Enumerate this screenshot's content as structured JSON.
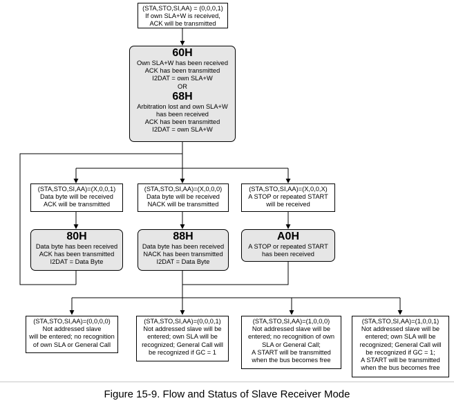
{
  "start_action": {
    "lines": [
      "(STA,STO,SI,AA) = (0,0,0,1)",
      "If own SLA+W is received,",
      "ACK will be transmitted"
    ]
  },
  "status_top": {
    "code_a": "60H",
    "lines_a": [
      "Own SLA+W has been received",
      "ACK has been transmitted",
      "I2DAT = own SLA+W"
    ],
    "or": "OR",
    "code_b": "68H",
    "lines_b": [
      "Arbitration lost and own SLA+W",
      "has been received",
      "ACK has been transmitted",
      "I2DAT = own SLA+W"
    ]
  },
  "actions_mid": [
    {
      "lines": [
        "(STA,STO,SI,AA)=(X,0,0,1)",
        "Data byte will be received",
        "ACK will be transmitted"
      ]
    },
    {
      "lines": [
        "(STA,STO,SI,AA)=(X,0,0,0)",
        "Data byte will be received",
        "NACK will be transmitted"
      ]
    },
    {
      "lines": [
        "(STA,STO,SI,AA)=(X,0,0,X)",
        "A STOP or repeated START",
        "will be received"
      ]
    }
  ],
  "status_mid": [
    {
      "code": "80H",
      "lines": [
        "Data byte has been received",
        "ACK has been transmitted",
        "I2DAT = Data Byte"
      ]
    },
    {
      "code": "88H",
      "lines": [
        "Data byte has been received",
        "NACK has been transmitted",
        "I2DAT = Data Byte"
      ]
    },
    {
      "code": "A0H",
      "lines": [
        "A STOP or repeated START",
        "has been received"
      ]
    }
  ],
  "actions_bottom": [
    {
      "lines": [
        "(STA,STO,SI,AA)=(0,0,0,0)",
        "Not addressed slave",
        "will be entered; no recognition",
        "of own SLA or General Call"
      ]
    },
    {
      "lines": [
        "(STA,STO,SI,AA)=(0,0,0,1)",
        "Not addressed slave will be",
        "entered; own SLA will be",
        "recognized; General Call will",
        "be recognized if GC = 1"
      ]
    },
    {
      "lines": [
        "(STA,STO,SI,AA)=(1,0,0,0)",
        "Not addressed slave will be",
        "entered; no recognition of own",
        "SLA or General Call;",
        "A START will be transmitted",
        "when the bus becomes free"
      ]
    },
    {
      "lines": [
        "(STA,STO,SI,AA)=(1,0,0,1)",
        "Not addressed slave will be",
        "entered; own SLA will be",
        "recognized; General Call will",
        "be recognized if GC = 1;",
        "A START will be transmitted",
        "when the bus becomes free"
      ]
    }
  ],
  "caption": "Figure 15-9. Flow and Status of Slave Receiver Mode"
}
